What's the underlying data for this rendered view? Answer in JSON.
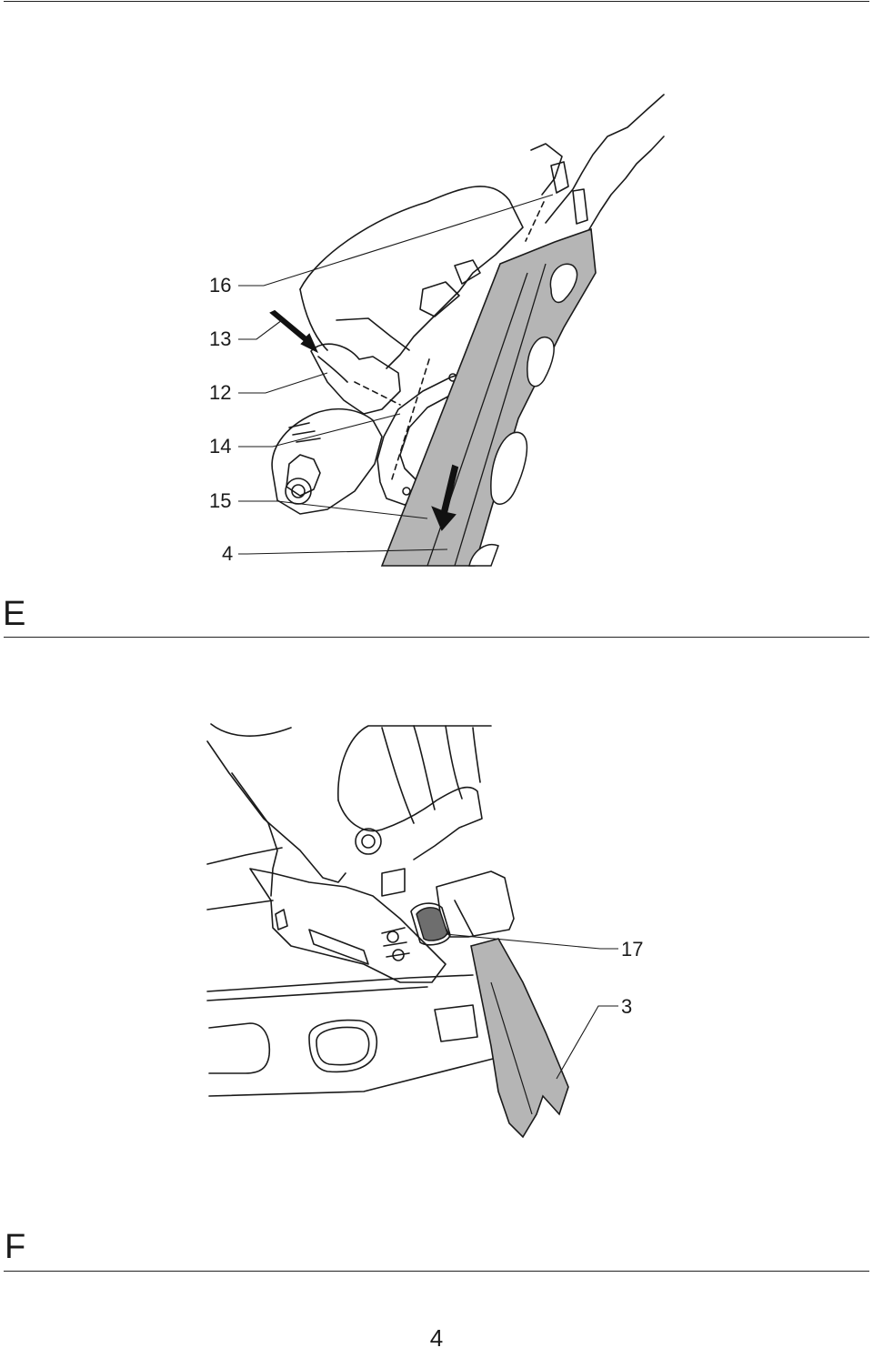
{
  "figure_e": {
    "letter": "E",
    "callouts": [
      "16",
      "13",
      "12",
      "14",
      "15",
      "4"
    ]
  },
  "figure_f": {
    "letter": "F",
    "callouts": [
      "17",
      "3"
    ]
  },
  "page_number": "4"
}
